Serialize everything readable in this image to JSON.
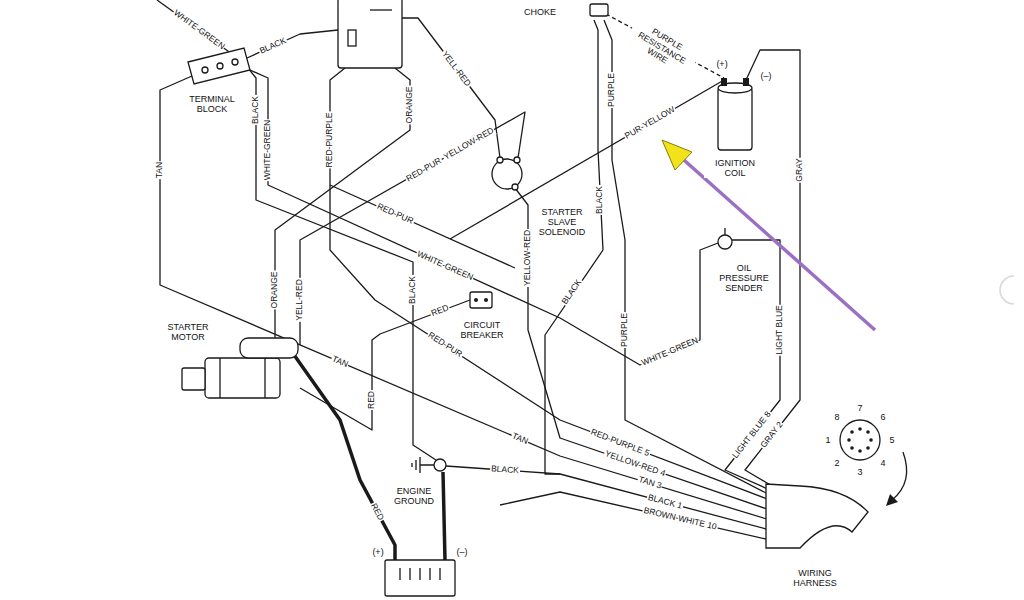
{
  "diagram": {
    "labels": [
      "WHITE-GREEN",
      "BLACK",
      "TERMINAL BLOCK",
      "TAN",
      "BLACK",
      "WHITE-GREEN",
      "RED-PURPLE",
      "YELL-RED",
      "ORANGE",
      "RED-PUR",
      "YELLOW-RED",
      "CHOKE",
      "PURPLE RESISTANCE WIRE",
      "(+)",
      "(–)",
      "IGNITION COIL",
      "PUR-YELLOW",
      "PURPLE",
      "GRAY",
      "STARTER SLAVE SOLENOID",
      "WHITE-GREEN",
      "RED-PUR",
      "BLACK",
      "YELLOW-RED",
      "OIL PRESSURE SENDER",
      "LIGHT BLUE",
      "CIRCUIT BREAKER",
      "STARTER MOTOR",
      "ORANGE",
      "YELL-RED",
      "TAN",
      "RED",
      "BLACK",
      "RED",
      "RED-PUR",
      "TAN",
      "BLACK",
      "PURPLE",
      "WHITE-GREEN",
      "BLACK",
      "ENGINE GROUND",
      "RED",
      "(+)",
      "(–)",
      "RED-PURPLE 5",
      "YELLOW-RED 4",
      "TAN 3",
      "BLACK 1",
      "BROWN-WHITE 10",
      "LIGHT BLUE 8",
      "GRAY 2",
      "7",
      "8",
      "6",
      "1",
      "5",
      "2",
      "3",
      "4",
      "WIRING HARNESS"
    ]
  }
}
